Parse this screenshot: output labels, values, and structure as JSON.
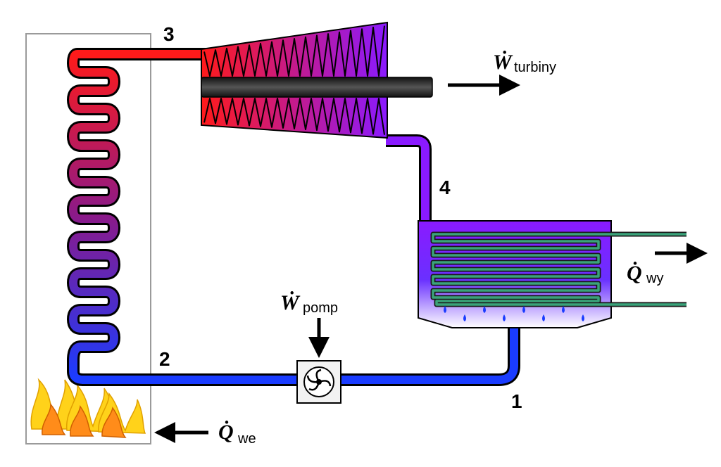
{
  "state_points": {
    "p1": "1",
    "p2": "2",
    "p3": "3",
    "p4": "4"
  },
  "energy_labels": {
    "turbine_work": {
      "symbol": "Ẇ",
      "subscript": "turbiny"
    },
    "pump_work": {
      "symbol": "Ẇ",
      "subscript": "pomp"
    },
    "heat_out": {
      "symbol": "Q̇",
      "subscript": "wy"
    },
    "heat_in": {
      "symbol": "Q̇",
      "subscript": "we"
    }
  },
  "colors": {
    "hot": "#ff1a1a",
    "mid": "#8a1aff",
    "cold": "#1a3cff",
    "condenser_coil": "#3aa37a",
    "flame_outer": "#ffd21a",
    "flame_inner": "#ff8c1a",
    "shaft": "#2a2a2a"
  }
}
